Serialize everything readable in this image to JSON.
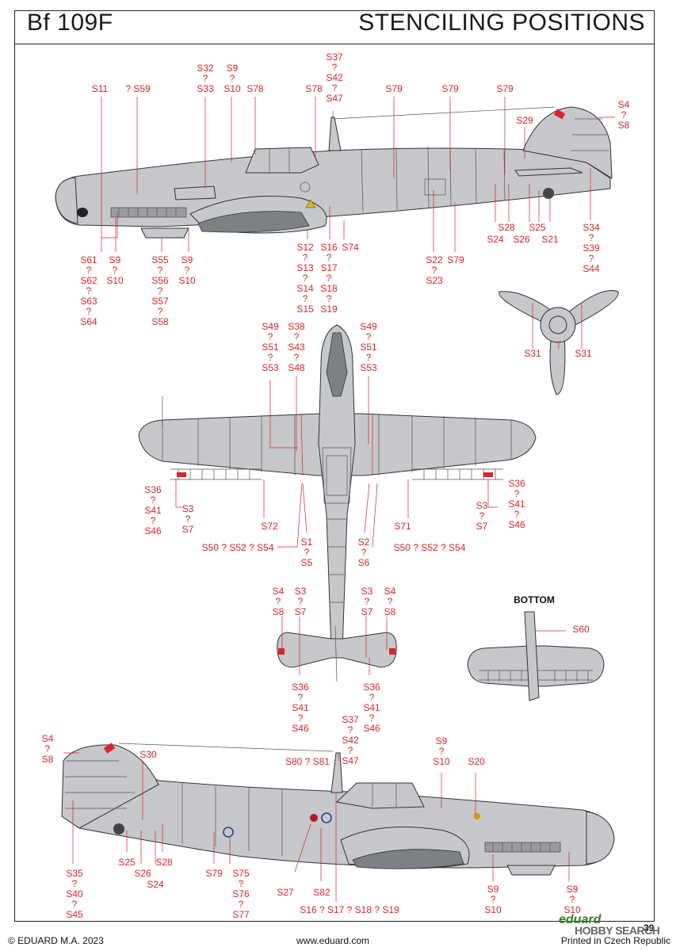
{
  "header": {
    "title_left": "Bf 109F",
    "title_right": "STENCILING POSITIONS"
  },
  "footer": {
    "copyright": "© EDUARD M.A. 2023",
    "website": "www.eduard.com",
    "printed": "Printed in Czech Republic",
    "page_number": "39",
    "brand": "eduard",
    "watermark": "HOBBY SEARCH"
  },
  "bottom_view_title": "BOTTOM",
  "labels": [
    {
      "id": "a1",
      "text": "S11"
    },
    {
      "id": "a2",
      "text": "? S59"
    },
    {
      "id": "a3",
      "text": "S32\n?\nS33"
    },
    {
      "id": "a4",
      "text": "S9\n?\nS10"
    },
    {
      "id": "a5",
      "text": "S78"
    },
    {
      "id": "a6",
      "text": "S78"
    },
    {
      "id": "a7",
      "text": "S37\n?\nS42\n?\nS47"
    },
    {
      "id": "a8",
      "text": "S79"
    },
    {
      "id": "a9",
      "text": "S79"
    },
    {
      "id": "a10",
      "text": "S79"
    },
    {
      "id": "a11",
      "text": "S4\n?\nS8"
    },
    {
      "id": "a12",
      "text": "S29"
    },
    {
      "id": "a13",
      "text": "S61\n?\nS62\n?\nS63\n?\nS64"
    },
    {
      "id": "a14",
      "text": "S9\n?\nS10"
    },
    {
      "id": "a15",
      "text": "S55\n?\nS56\n?\nS57\n?\nS58"
    },
    {
      "id": "a16",
      "text": "S9\n?\nS10"
    },
    {
      "id": "a17",
      "text": "S12\n?\nS13\n?\nS14\n?\nS15"
    },
    {
      "id": "a18",
      "text": "S16\n?\nS17\n?\nS18\n?\nS19"
    },
    {
      "id": "a19",
      "text": "S74"
    },
    {
      "id": "a20",
      "text": "S22\n?\nS23"
    },
    {
      "id": "a21",
      "text": "S79"
    },
    {
      "id": "a22",
      "text": "S28"
    },
    {
      "id": "a23",
      "text": "S24"
    },
    {
      "id": "a24",
      "text": "S25"
    },
    {
      "id": "a25",
      "text": "S26"
    },
    {
      "id": "a26",
      "text": "S21"
    },
    {
      "id": "a27",
      "text": "S34\n?\nS39\n?\nS44"
    },
    {
      "id": "a28",
      "text": "S31"
    },
    {
      "id": "a29",
      "text": "S31"
    },
    {
      "id": "b1",
      "text": "S49\n?\nS51\n?\nS53"
    },
    {
      "id": "b2",
      "text": "S38\n?\nS43\n?\nS48"
    },
    {
      "id": "b3",
      "text": "S49\n?\nS51\n?\nS53"
    },
    {
      "id": "b4",
      "text": "S36\n?\nS41\n?\nS46"
    },
    {
      "id": "b5",
      "text": "S3\n?\nS7"
    },
    {
      "id": "b6",
      "text": "S72"
    },
    {
      "id": "b7",
      "text": "S71"
    },
    {
      "id": "b8",
      "text": "S3\n?\nS7"
    },
    {
      "id": "b9",
      "text": "S36\n?\nS41\n?\nS46"
    },
    {
      "id": "b10",
      "text": "S50 ? S52 ? S54"
    },
    {
      "id": "b11",
      "text": "S1\n?\nS5"
    },
    {
      "id": "b12",
      "text": "S2\n?\nS6"
    },
    {
      "id": "b13",
      "text": "S50 ? S52 ? S54"
    },
    {
      "id": "b14",
      "text": "S4\n?\nS8"
    },
    {
      "id": "b15",
      "text": "S3\n?\nS7"
    },
    {
      "id": "b16",
      "text": "S3\n?\nS7"
    },
    {
      "id": "b17",
      "text": "S4\n?\nS8"
    },
    {
      "id": "b18",
      "text": "S36\n?\nS41\n?\nS46"
    },
    {
      "id": "b19",
      "text": "S36\n?\nS41\n?\nS46"
    },
    {
      "id": "b20",
      "text": "S60"
    },
    {
      "id": "c1",
      "text": "S4\n?\nS8"
    },
    {
      "id": "c2",
      "text": "S30"
    },
    {
      "id": "c3",
      "text": "S37\n?\nS42\n?\nS47"
    },
    {
      "id": "c4",
      "text": "S80 ? S81"
    },
    {
      "id": "c5",
      "text": "S9\n?\nS10"
    },
    {
      "id": "c6",
      "text": "S20"
    },
    {
      "id": "c7",
      "text": "S25"
    },
    {
      "id": "c8",
      "text": "S26"
    },
    {
      "id": "c9",
      "text": "S24"
    },
    {
      "id": "c10",
      "text": "S28"
    },
    {
      "id": "c11",
      "text": "S35\n?\nS40\n?\nS45"
    },
    {
      "id": "c12",
      "text": "S79"
    },
    {
      "id": "c13",
      "text": "S75\n?\nS76\n?\nS77"
    },
    {
      "id": "c14",
      "text": "S27"
    },
    {
      "id": "c15",
      "text": "S82"
    },
    {
      "id": "c16",
      "text": "S16 ? S17 ? S18 ? S19"
    },
    {
      "id": "c17",
      "text": "S9\n?\nS10"
    },
    {
      "id": "c18",
      "text": "S9\n?\nS10"
    }
  ]
}
